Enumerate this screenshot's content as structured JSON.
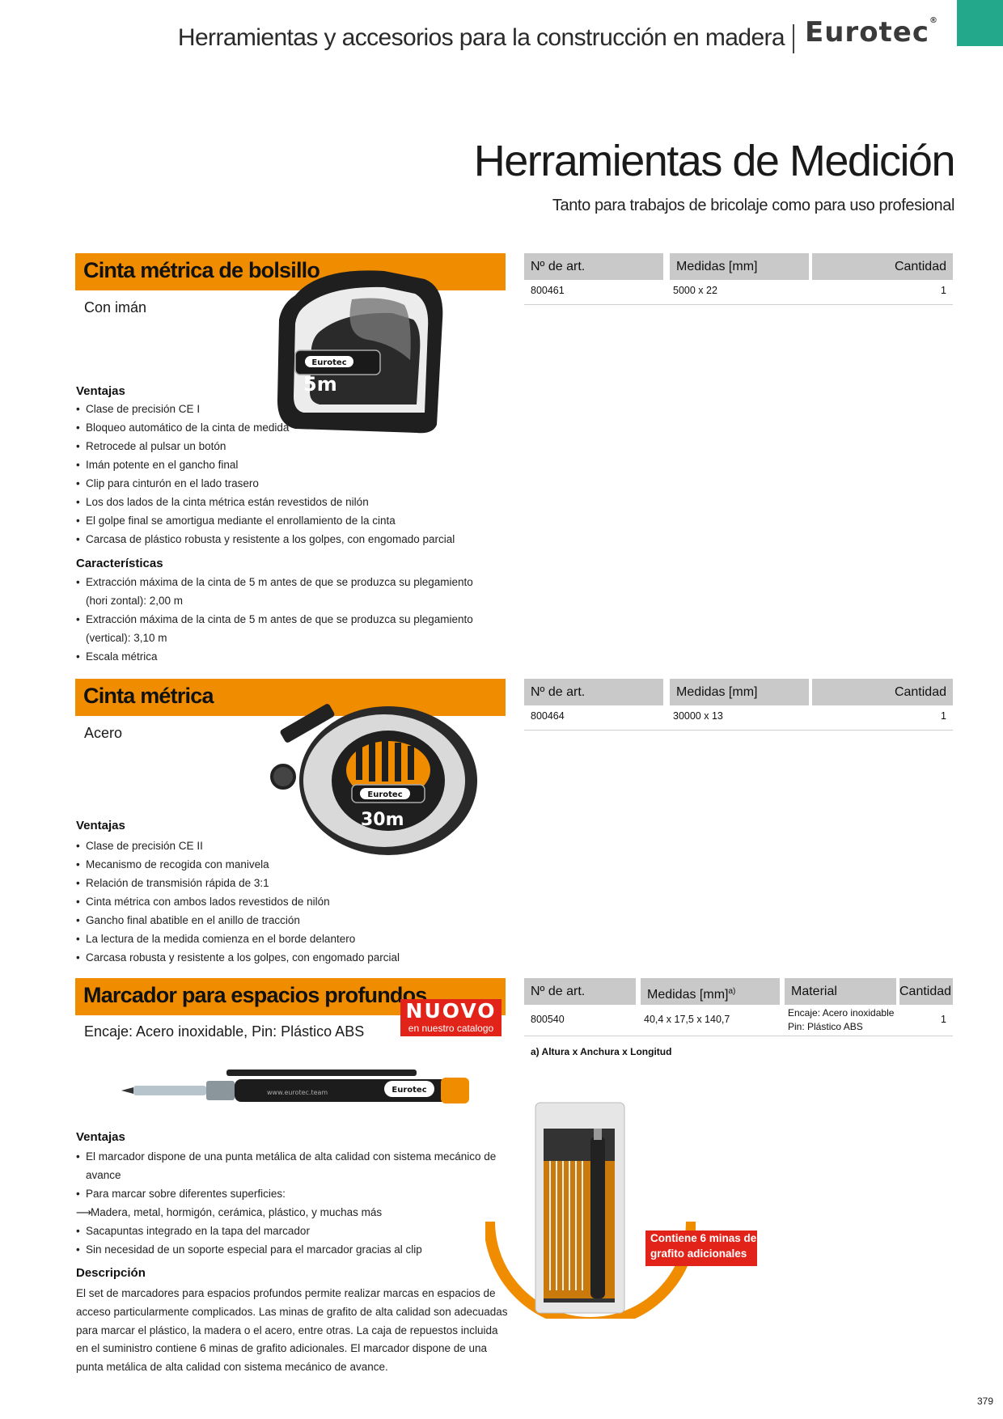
{
  "header": {
    "title": "Herramientas y accesorios para la construcción en madera",
    "logo": "Eurotec",
    "logo_mark": "®"
  },
  "page": {
    "title": "Herramientas de Medición",
    "subtitle": "Tanto para trabajos de bricolaje como para uso profesional",
    "number": "379"
  },
  "colors": {
    "accent": "#f08c00",
    "tab": "#24a88c",
    "badge": "#e2231a",
    "table_header": "#c9c9c9"
  },
  "sections": [
    {
      "title": "Cinta métrica de bolsillo",
      "subtitle": "Con imán",
      "ventajas_heading": "Ventajas",
      "ventajas": [
        "Clase de precisión CE I",
        "Bloqueo automático de la cinta de medida",
        "Retrocede al pulsar un botón",
        "Imán potente en el gancho final",
        "Clip para cinturón en el lado trasero",
        "Los dos lados de la cinta métrica están revestidos de nilón",
        "El golpe final se amortigua mediante el enrollamiento de la cinta",
        "Carcasa de plástico robusta y resistente a los golpes, con engomado parcial"
      ],
      "caracteristicas_heading": "Características",
      "caracteristicas": [
        "Extracción máxima de la cinta de 5 m antes de que se produzca su plegamiento (hori zontal): 2,00 m",
        "Extracción máxima de la cinta de 5 m antes de que se produzca su plegamiento (vertical): 3,10 m",
        "Escala métrica"
      ],
      "image_label": "Eurotec",
      "image_size": "5m",
      "table": {
        "headers": [
          "Nº de art.",
          "Medidas [mm]",
          "Cantidad"
        ],
        "rows": [
          [
            "800461",
            "5000 x 22",
            "1"
          ]
        ]
      }
    },
    {
      "title": "Cinta métrica",
      "subtitle": "Acero",
      "ventajas_heading": "Ventajas",
      "ventajas": [
        "Clase de precisión CE II",
        "Mecanismo de recogida con manivela",
        "Relación de transmisión rápida de 3:1",
        "Cinta métrica con ambos lados revestidos de nilón",
        "Gancho final abatible en el anillo de tracción",
        "La lectura de la medida comienza en el borde delantero",
        "Carcasa robusta y resistente a los golpes, con engomado parcial"
      ],
      "image_label": "Eurotec",
      "image_size": "30m",
      "table": {
        "headers": [
          "Nº de art.",
          "Medidas [mm]",
          "Cantidad"
        ],
        "rows": [
          [
            "800464",
            "30000 x 13",
            "1"
          ]
        ]
      }
    },
    {
      "title": "Marcador para espacios profundos",
      "subtitle": "Encaje: Acero inoxidable, Pin: Plástico ABS",
      "badge_big": "NUOVO",
      "badge_small": "en nuestro catalogo",
      "ventajas_heading": "Ventajas",
      "ventajas": [
        "El marcador dispone de una punta metálica de alta calidad con sistema mecánico de avance",
        "Para marcar sobre diferentes superficies:"
      ],
      "ventajas_arrow": "Madera, metal, hormigón, cerámica, plástico, y muchas más",
      "ventajas_more": [
        "Sacapuntas integrado en la tapa del marcador",
        "Sin necesidad de un soporte especial para el marcador gracias al clip"
      ],
      "descripcion_heading": "Descripción",
      "descripcion": "El set de marcadores para espacios profundos permite realizar marcas en espacios de acceso particularmente complicados. Las minas de grafito de alta calidad son adecuadas para marcar el plástico, la madera o el acero, entre otras. La caja de repuestos incluida en el suministro contiene 6 minas de grafito adicionales. El marcador dispone de una punta metálica de alta calidad con sistema mecánico de avance.",
      "pen_label": "Eurotec",
      "pen_url": "www.eurotec.team",
      "refill_note": "Contiene 6 minas de grafito adicionales",
      "table": {
        "headers": [
          "Nº de art.",
          "Medidas [mm]",
          "a)",
          "Material",
          "Cantidad"
        ],
        "row": {
          "art": "800540",
          "medidas": "40,4 x 17,5 x 140,7",
          "material_1": "Encaje: Acero inoxidable",
          "material_2": "Pin: Plástico ABS",
          "cantidad": "1"
        },
        "note": "a) Altura x Anchura x Longitud"
      }
    }
  ]
}
